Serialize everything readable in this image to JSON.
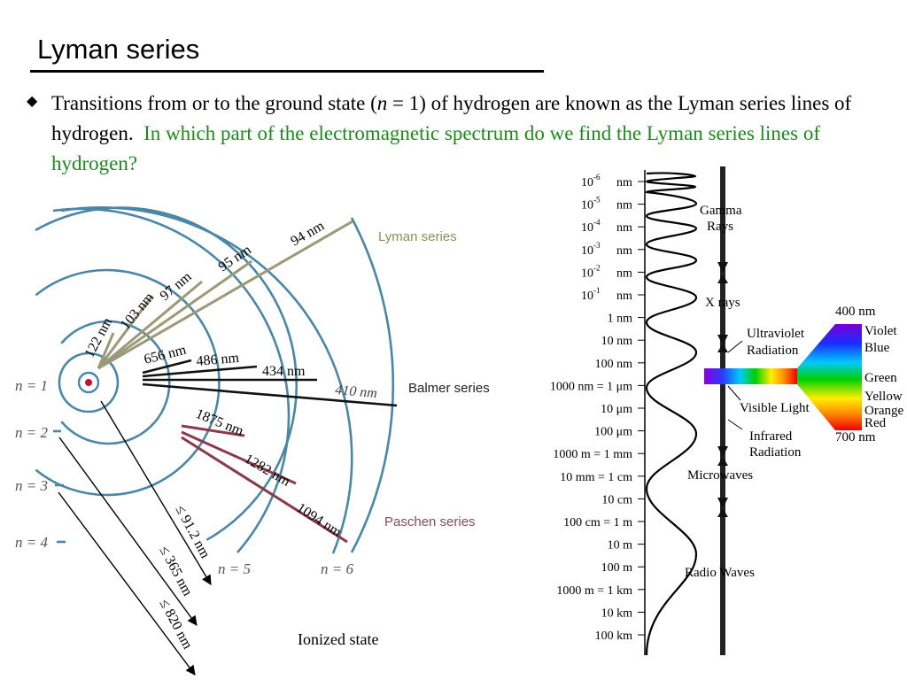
{
  "slide": {
    "title": "Lyman series",
    "bullet": {
      "marker": "◆",
      "text_before": "Transitions from or to the ground state (",
      "n_var": "n",
      "text_after": " = 1) of hydrogen are known as the Lyman series lines of hydrogen.",
      "question": "In which part of the electromagnetic spectrum do we find the Lyman series lines of hydrogen?"
    }
  },
  "atom_diagram": {
    "levels": [
      "n = 1",
      "n = 2",
      "n = 3",
      "n = 4",
      "n = 5",
      "n = 6"
    ],
    "lyman_label": "Lyman series",
    "balmer_label": "Balmer series",
    "paschen_label": "Paschen series",
    "lyman_lines": [
      "122 nm",
      "103 nm",
      "97 nm",
      "95 nm",
      "94 nm"
    ],
    "balmer_lines": [
      "656 nm",
      "486 nm",
      "434 nm",
      "410 nm"
    ],
    "paschen_lines": [
      "1875 nm",
      "1282 nm",
      "1094 nm"
    ],
    "ionization": [
      "≤ 91.2 nm",
      "≤ 365 nm",
      "≤ 820 nm"
    ],
    "ionized_label": "Ionized state",
    "colors": {
      "ring": "#4a86a6",
      "lyman": "#9a9a78",
      "balmer": "#111111",
      "paschen": "#8a3a4a",
      "nucleus": "#c8102e"
    }
  },
  "spectrum": {
    "scale": [
      {
        "base": "10",
        "exp": "-6",
        "unit": "nm"
      },
      {
        "base": "10",
        "exp": "-5",
        "unit": "nm"
      },
      {
        "base": "10",
        "exp": "-4",
        "unit": "nm"
      },
      {
        "base": "10",
        "exp": "-3",
        "unit": "nm"
      },
      {
        "base": "10",
        "exp": "-2",
        "unit": "nm"
      },
      {
        "base": "10",
        "exp": "-1",
        "unit": "nm"
      },
      {
        "base": "1 nm",
        "exp": "",
        "unit": ""
      },
      {
        "base": "10 nm",
        "exp": "",
        "unit": ""
      },
      {
        "base": "100 nm",
        "exp": "",
        "unit": ""
      },
      {
        "base": "1000   nm = 1 μm",
        "exp": "",
        "unit": ""
      },
      {
        "base": "10 μm",
        "exp": "",
        "unit": ""
      },
      {
        "base": "100 μm",
        "exp": "",
        "unit": ""
      },
      {
        "base": "1000   m = 1 mm",
        "exp": "",
        "unit": ""
      },
      {
        "base": "10 mm = 1 cm",
        "exp": "",
        "unit": ""
      },
      {
        "base": "10 cm",
        "exp": "",
        "unit": ""
      },
      {
        "base": "100 cm = 1 m",
        "exp": "",
        "unit": ""
      },
      {
        "base": "10 m",
        "exp": "",
        "unit": ""
      },
      {
        "base": "100 m",
        "exp": "",
        "unit": ""
      },
      {
        "base": "1000 m = 1 km",
        "exp": "",
        "unit": ""
      },
      {
        "base": "10 km",
        "exp": "",
        "unit": ""
      },
      {
        "base": "100 km",
        "exp": "",
        "unit": ""
      }
    ],
    "bands": [
      "Gamma",
      "Rays",
      "X rays",
      "Ultraviolet",
      "Radiation",
      "Visible Light",
      "Infrared",
      "Radiation",
      "Microwaves",
      "Radio Waves"
    ],
    "visible": {
      "top": "400 nm",
      "bottom": "700 nm",
      "colors": [
        "Violet",
        "Blue",
        "Green",
        "Yellow",
        "Orange",
        "Red"
      ]
    }
  }
}
